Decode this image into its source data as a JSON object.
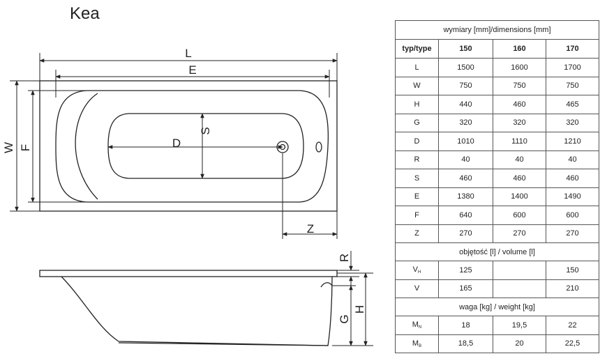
{
  "title": "Kea",
  "drawing_labels": {
    "L": "L",
    "E": "E",
    "W": "W",
    "F": "F",
    "S": "S",
    "D": "D",
    "Z": "Z",
    "R": "R",
    "G": "G",
    "H": "H"
  },
  "table": {
    "dimensions_header": "wymiary [mm]/dimensions [mm]",
    "type_label": "typ/type",
    "types": [
      "150",
      "160",
      "170"
    ],
    "rows": [
      {
        "label": "L",
        "values": [
          "1500",
          "1600",
          "1700"
        ]
      },
      {
        "label": "W",
        "values": [
          "750",
          "750",
          "750"
        ]
      },
      {
        "label": "H",
        "values": [
          "440",
          "460",
          "465"
        ]
      },
      {
        "label": "G",
        "values": [
          "320",
          "320",
          "320"
        ]
      },
      {
        "label": "D",
        "values": [
          "1010",
          "1110",
          "1210"
        ]
      },
      {
        "label": "R",
        "values": [
          "40",
          "40",
          "40"
        ]
      },
      {
        "label": "S",
        "values": [
          "460",
          "460",
          "460"
        ]
      },
      {
        "label": "E",
        "values": [
          "1380",
          "1400",
          "1490"
        ]
      },
      {
        "label": "F",
        "values": [
          "640",
          "600",
          "600"
        ]
      },
      {
        "label": "Z",
        "values": [
          "270",
          "270",
          "270"
        ]
      }
    ],
    "volume_header": "objętość [l] / volume [l]",
    "volume_rows": [
      {
        "label": "V",
        "sub": "H",
        "values": [
          "125",
          "",
          "150"
        ]
      },
      {
        "label": "V",
        "sub": "",
        "values": [
          "165",
          "",
          "210"
        ]
      }
    ],
    "weight_header": "waga [kg] / weight [kg]",
    "weight_rows": [
      {
        "label": "M",
        "sub": "N",
        "values": [
          "18",
          "19,5",
          "22"
        ]
      },
      {
        "label": "M",
        "sub": "B",
        "values": [
          "18,5",
          "20",
          "22,5"
        ]
      }
    ]
  }
}
